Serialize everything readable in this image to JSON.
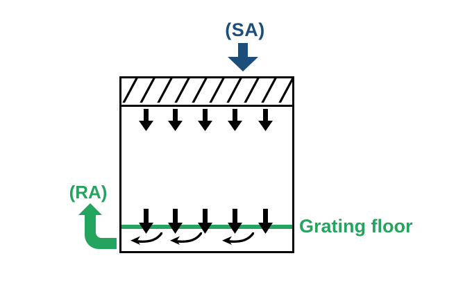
{
  "diagram": {
    "labels": {
      "supply_air": "(SA)",
      "return_air": "(RA)",
      "grating_floor": "Grating floor"
    },
    "colors": {
      "supply_arrow_blue": "#1c4e7c",
      "return_arrow_green": "#24a45e",
      "flow_arrow_black": "#000000",
      "wall_black": "#000000",
      "background": "#ffffff"
    },
    "airflow": {
      "supply_inlet_count": 1,
      "ceiling_downflow_arrow_count": 5,
      "floor_downflow_arrow_count": 5,
      "underfloor_recirculation_arrow_count": 3,
      "return_outlet_count": 1
    }
  }
}
